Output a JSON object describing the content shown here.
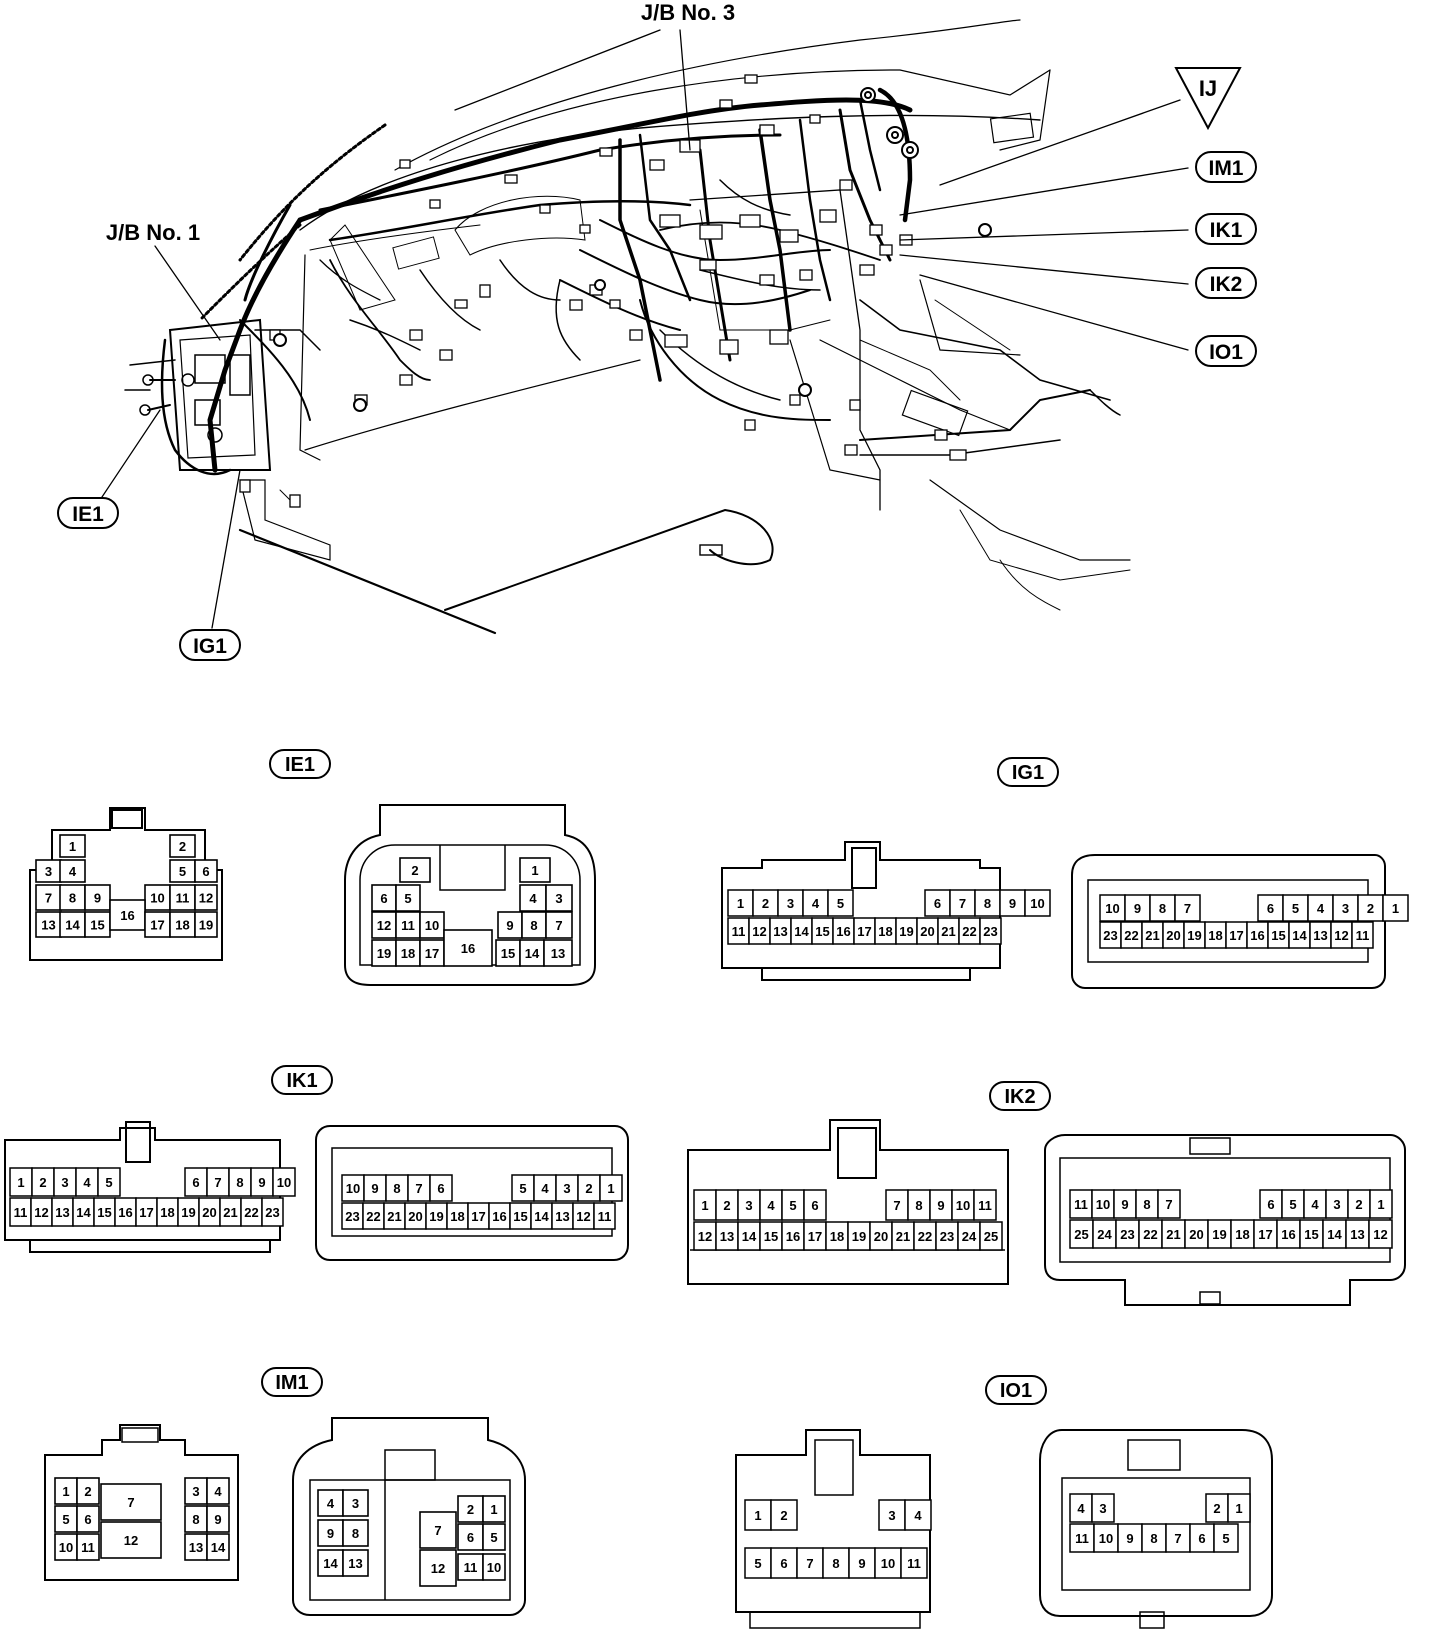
{
  "callouts": {
    "jb3": "J/B No. 3",
    "jb1": "J/B No. 1",
    "ij": "IJ",
    "im1": "IM1",
    "ik1": "IK1",
    "ik2": "IK2",
    "io1": "IO1",
    "ie1": "IE1",
    "ig1": "IG1"
  },
  "connectors": {
    "ie1": {
      "title": "IE1",
      "left": {
        "pins": [
          "1",
          "2",
          "3",
          "4",
          "5",
          "6",
          "7",
          "8",
          "9",
          "10",
          "11",
          "12",
          "13",
          "14",
          "15",
          "16",
          "17",
          "18",
          "19"
        ]
      },
      "right": {
        "pins": [
          "2",
          "1",
          "6",
          "5",
          "4",
          "3",
          "12",
          "11",
          "10",
          "9",
          "8",
          "7",
          "19",
          "18",
          "17",
          "16",
          "15",
          "14",
          "13"
        ]
      }
    },
    "ig1": {
      "title": "IG1",
      "left": {
        "row1": [
          "1",
          "2",
          "3",
          "4",
          "5",
          "6",
          "7",
          "8",
          "9",
          "10"
        ],
        "row2": [
          "11",
          "12",
          "13",
          "14",
          "15",
          "16",
          "17",
          "18",
          "19",
          "20",
          "21",
          "22",
          "23"
        ]
      },
      "right": {
        "row1": [
          "10",
          "9",
          "8",
          "7",
          "6",
          "5",
          "4",
          "3",
          "2",
          "1"
        ],
        "row2": [
          "23",
          "22",
          "21",
          "20",
          "19",
          "18",
          "17",
          "16",
          "15",
          "14",
          "13",
          "12",
          "11"
        ]
      }
    },
    "ik1": {
      "title": "IK1",
      "left": {
        "row1": [
          "1",
          "2",
          "3",
          "4",
          "5",
          "6",
          "7",
          "8",
          "9",
          "10"
        ],
        "row2": [
          "11",
          "12",
          "13",
          "14",
          "15",
          "16",
          "17",
          "18",
          "19",
          "20",
          "21",
          "22",
          "23"
        ]
      },
      "right": {
        "row1": [
          "10",
          "9",
          "8",
          "7",
          "6",
          "5",
          "4",
          "3",
          "2",
          "1"
        ],
        "row2": [
          "23",
          "22",
          "21",
          "20",
          "19",
          "18",
          "17",
          "16",
          "15",
          "14",
          "13",
          "12",
          "11"
        ]
      }
    },
    "ik2": {
      "title": "IK2",
      "left": {
        "row1": [
          "1",
          "2",
          "3",
          "4",
          "5",
          "6",
          "7",
          "8",
          "9",
          "10",
          "11"
        ],
        "row2": [
          "12",
          "13",
          "14",
          "15",
          "16",
          "17",
          "18",
          "19",
          "20",
          "21",
          "22",
          "23",
          "24",
          "25"
        ]
      },
      "right": {
        "row1": [
          "11",
          "10",
          "9",
          "8",
          "7",
          "6",
          "5",
          "4",
          "3",
          "2",
          "1"
        ],
        "row2": [
          "25",
          "24",
          "23",
          "22",
          "21",
          "20",
          "19",
          "18",
          "17",
          "16",
          "15",
          "14",
          "13",
          "12"
        ]
      }
    },
    "im1": {
      "title": "IM1",
      "left": {
        "pins": [
          "1",
          "2",
          "3",
          "4",
          "5",
          "6",
          "7",
          "8",
          "9",
          "10",
          "11",
          "12",
          "13",
          "14"
        ]
      },
      "right": {
        "pins": [
          "4",
          "3",
          "2",
          "1",
          "9",
          "8",
          "7",
          "6",
          "5",
          "14",
          "13",
          "12",
          "11",
          "10"
        ]
      }
    },
    "io1": {
      "title": "IO1",
      "left": {
        "row1": [
          "1",
          "2",
          "3",
          "4"
        ],
        "row2": [
          "5",
          "6",
          "7",
          "8",
          "9",
          "10",
          "11"
        ]
      },
      "right": {
        "row1": [
          "4",
          "3",
          "2",
          "1"
        ],
        "row2": [
          "11",
          "10",
          "9",
          "8",
          "7",
          "6",
          "5"
        ]
      }
    }
  }
}
